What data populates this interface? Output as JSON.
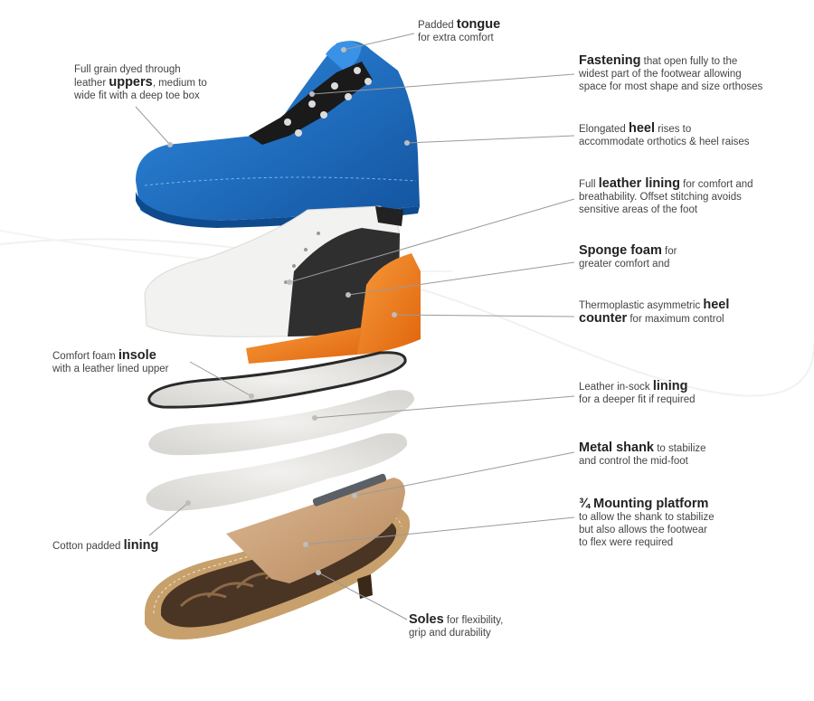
{
  "labels": {
    "tongue": {
      "pre": "Padded ",
      "bold": "tongue",
      "post": "",
      "line2": "for extra comfort"
    },
    "uppers": {
      "line1": "Full grain dyed through",
      "pre": "leather ",
      "bold": "uppers",
      "post": ", medium to",
      "line3": "wide fit with a deep toe box"
    },
    "fastening": {
      "bold": "Fastening",
      "post": " that open fully to the",
      "line2": "widest part of the footwear allowing",
      "line3": "space for most shape and size orthoses"
    },
    "heel": {
      "pre": "Elongated ",
      "bold": "heel",
      "post": " rises to",
      "line2": "accommodate orthotics & heel raises"
    },
    "lining": {
      "pre": "Full ",
      "bold": "leather lining",
      "post": " for comfort and",
      "line2": "breathability. Offset stitching avoids",
      "line3": "sensitive areas of the foot"
    },
    "sponge": {
      "bold": "Sponge foam",
      "post": " for",
      "line2": "greater comfort and"
    },
    "counter": {
      "pre": "Thermoplastic asymmetric ",
      "bold": "heel",
      "bold2": "counter",
      "post2": " for maximum control"
    },
    "insole": {
      "pre": "Comfort foam ",
      "bold": "insole",
      "line2": "with a leather lined upper"
    },
    "insock": {
      "pre": "Leather in-sock ",
      "bold": "lining",
      "line2": "for a deeper fit if required"
    },
    "shank": {
      "bold": "Metal shank",
      "post": " to stabilize",
      "line2": "and control the mid-foot"
    },
    "platform": {
      "bold": "¾ Mounting platform",
      "line2": "to allow the shank to stabilize",
      "line3": "but also allows the footwear",
      "line4": "to flex were required"
    },
    "cotton": {
      "pre": "Cotton padded ",
      "bold": "lining"
    },
    "soles": {
      "bold": "Soles",
      "post": " for flexibility,",
      "line2": "grip and durability"
    }
  },
  "colors": {
    "upper_blue": "#1f6fc4",
    "heel_counter_orange": "#f07a1a",
    "lining_white": "#f1f1ef",
    "lining_dark": "#2f2f2f",
    "insole_gray": "#e6e4e1",
    "platform_tan": "#c9a27c",
    "sole_brown": "#4a3424",
    "sole_tan": "#c8a06d"
  }
}
